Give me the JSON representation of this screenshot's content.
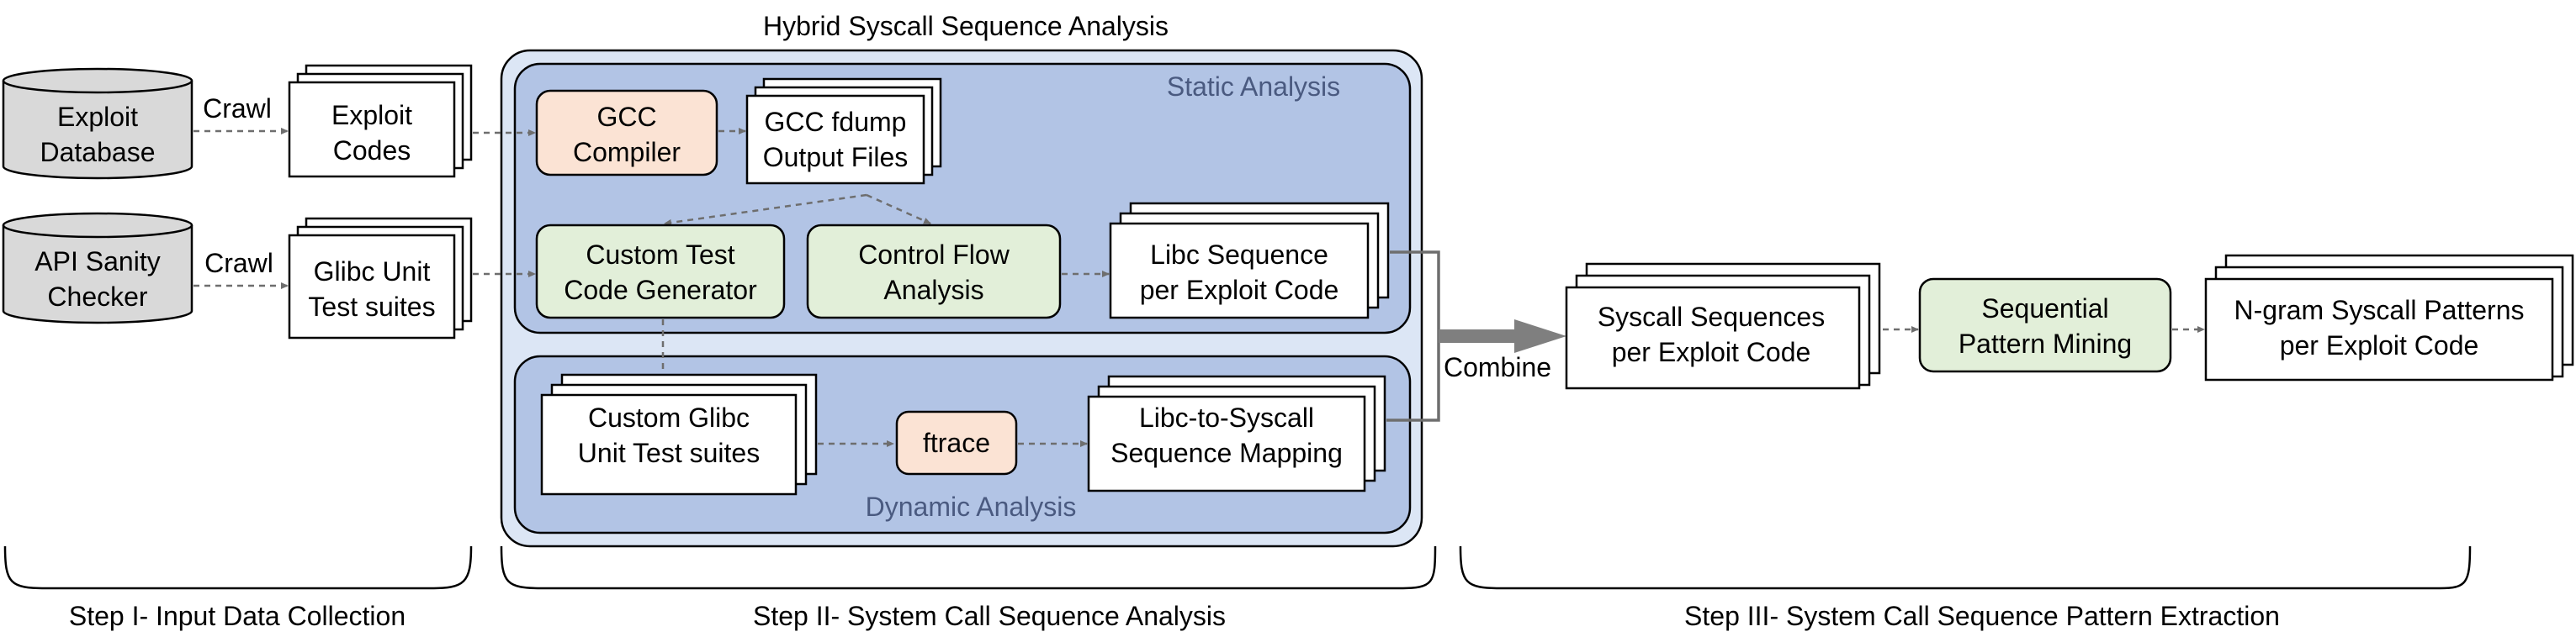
{
  "title": "Hybrid Syscall Sequence Analysis",
  "sources": {
    "exploit_db": [
      "Exploit",
      "Database"
    ],
    "api_checker": [
      "API Sanity",
      "Checker"
    ]
  },
  "crawl_labels": [
    "Crawl",
    "Crawl"
  ],
  "docs": {
    "exploit_codes": [
      "Exploit",
      "Codes"
    ],
    "glibc_tests": [
      "Glibc Unit",
      "Test suites"
    ],
    "gcc_fdump": [
      "GCC fdump",
      "Output Files"
    ],
    "libc_sequence": [
      "Libc Sequence",
      "per Exploit Code"
    ],
    "custom_glibc": [
      "Custom Glibc",
      "Unit Test suites"
    ],
    "libc_syscall_map": [
      "Libc-to-Syscall",
      "Sequence Mapping"
    ],
    "syscall_sequences": [
      "Syscall Sequences",
      "per Exploit Code"
    ],
    "ngram_patterns": [
      "N-gram Syscall Patterns",
      "per Exploit Code"
    ]
  },
  "processes": {
    "gcc_compiler": [
      "GCC",
      "Compiler"
    ],
    "custom_test_gen": [
      "Custom Test",
      "Code Generator"
    ],
    "control_flow": [
      "Control Flow",
      "Analysis"
    ],
    "ftrace": [
      "ftrace"
    ],
    "seq_pattern_mining": [
      "Sequential",
      "Pattern Mining"
    ]
  },
  "sections": {
    "static": "Static Analysis",
    "dynamic": "Dynamic Analysis"
  },
  "combine_label": "Combine",
  "steps": [
    "Step I- Input Data Collection",
    "Step II- System Call Sequence Analysis",
    "Step III- System Call Sequence Pattern Extraction"
  ],
  "colors": {
    "outer_container": "#dce6f5",
    "section_fill": "#b2c4e5",
    "orange_process": "#fbe3d4",
    "green_process": "#e2efd9",
    "database": "#d9d9d9",
    "arrow_gray": "#6e6e6e",
    "combine_arrow": "#7f7f7f"
  }
}
